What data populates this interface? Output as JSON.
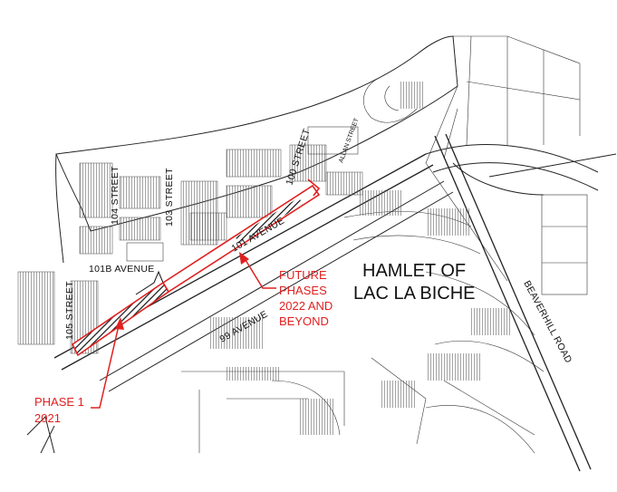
{
  "map": {
    "title_line1": "HAMLET OF",
    "title_line2": "LAC LA BICHE",
    "streets": {
      "s104": "104 STREET",
      "s103": "103 STREET",
      "s100": "100 STREET",
      "allan": "ALLAN STREET",
      "s105": "105 STREET",
      "av101b": "101B AVENUE",
      "av101": "101 AVENUE",
      "av99": "99 AVENUE",
      "beaverhill": "BEAVERHILL ROAD"
    },
    "phase1": {
      "line1": "PHASE 1",
      "line2": "2021"
    },
    "future": {
      "line1": "FUTURE",
      "line2": "PHASES",
      "line3": "2022 AND",
      "line4": "BEYOND"
    },
    "colors": {
      "highlight": "#e02020",
      "linework": "#222222"
    }
  }
}
